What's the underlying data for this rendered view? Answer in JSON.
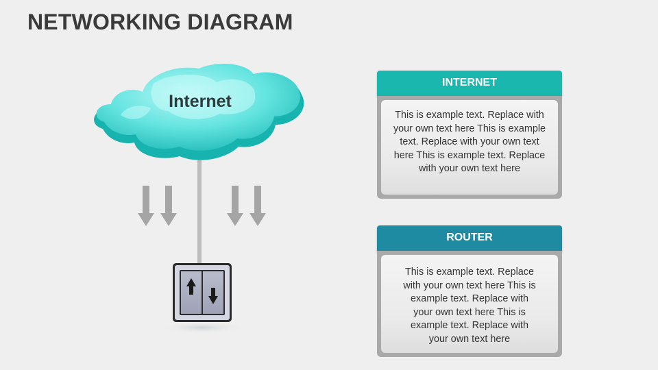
{
  "title": "NETWORKING DIAGRAM",
  "cloud": {
    "label": "Internet",
    "icon": "cloud-icon"
  },
  "router": {
    "icon": "router-icon"
  },
  "colors": {
    "cloud": "#49dcd8",
    "internet_header": "#19b7ad",
    "router_header": "#1e8ba3",
    "arrows": "#a5a5a5"
  },
  "cards": {
    "internet": {
      "header": "INTERNET",
      "body": "This is example text. Replace with your own text here This is example text. Replace with your own text here This is example text. Replace with your own text here"
    },
    "router": {
      "header": "ROUTER",
      "body": "This is example text. Replace with your own text here This is example text. Replace with your own text here This is example text. Replace with your own text here"
    }
  }
}
